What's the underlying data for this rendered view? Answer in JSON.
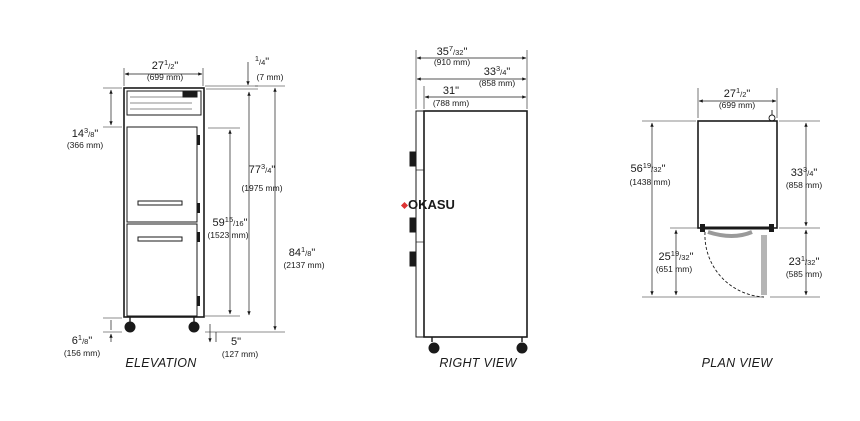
{
  "watermark": {
    "main": "OKASU",
    "sub": ""
  },
  "views": {
    "elevation": {
      "title": "ELEVATION",
      "dims": {
        "width": {
          "whole": "27",
          "num": "1",
          "den": "2",
          "unit": "\"",
          "mm": "(699 mm)"
        },
        "top_gap": {
          "whole": "",
          "num": "1",
          "den": "4",
          "unit": "\"",
          "mm": "(7 mm)"
        },
        "door_upper": {
          "whole": "14",
          "num": "3",
          "den": "8",
          "unit": "\"",
          "mm": "(366 mm)"
        },
        "body_height": {
          "whole": "77",
          "num": "3",
          "den": "4",
          "unit": "\"",
          "mm": "(1975 mm)"
        },
        "interior_height": {
          "whole": "59",
          "num": "15",
          "den": "16",
          "unit": "\"",
          "mm": "(1523 mm)"
        },
        "total_height": {
          "whole": "84",
          "num": "1",
          "den": "8",
          "unit": "\"",
          "mm": "(2137 mm)"
        },
        "caster_height": {
          "whole": "6",
          "num": "1",
          "den": "8",
          "unit": "\"",
          "mm": "(156 mm)"
        },
        "base_offset": {
          "whole": "5",
          "num": "",
          "den": "",
          "unit": "\"",
          "mm": "(127 mm)"
        }
      }
    },
    "right": {
      "title": "RIGHT VIEW",
      "dims": {
        "overall_depth": {
          "whole": "35",
          "num": "7",
          "den": "32",
          "unit": "\"",
          "mm": "(910 mm)"
        },
        "body_depth": {
          "whole": "33",
          "num": "3",
          "den": "4",
          "unit": "\"",
          "mm": "(858 mm)"
        },
        "cabinet_depth": {
          "whole": "31",
          "num": "",
          "den": "",
          "unit": "\"",
          "mm": "(788 mm)"
        }
      }
    },
    "plan": {
      "title": "PLAN VIEW",
      "dims": {
        "width": {
          "whole": "27",
          "num": "1",
          "den": "2",
          "unit": "\"",
          "mm": "(699 mm)"
        },
        "overall_depth": {
          "whole": "56",
          "num": "19",
          "den": "32",
          "unit": "\"",
          "mm": "(1438 mm)"
        },
        "body_depth": {
          "whole": "33",
          "num": "3",
          "den": "4",
          "unit": "\"",
          "mm": "(858 mm)"
        },
        "door_swing_left": {
          "whole": "25",
          "num": "19",
          "den": "32",
          "unit": "\"",
          "mm": "(651 mm)"
        },
        "door_swing_right": {
          "whole": "23",
          "num": "1",
          "den": "32",
          "unit": "\"",
          "mm": "(585 mm)"
        }
      }
    }
  }
}
